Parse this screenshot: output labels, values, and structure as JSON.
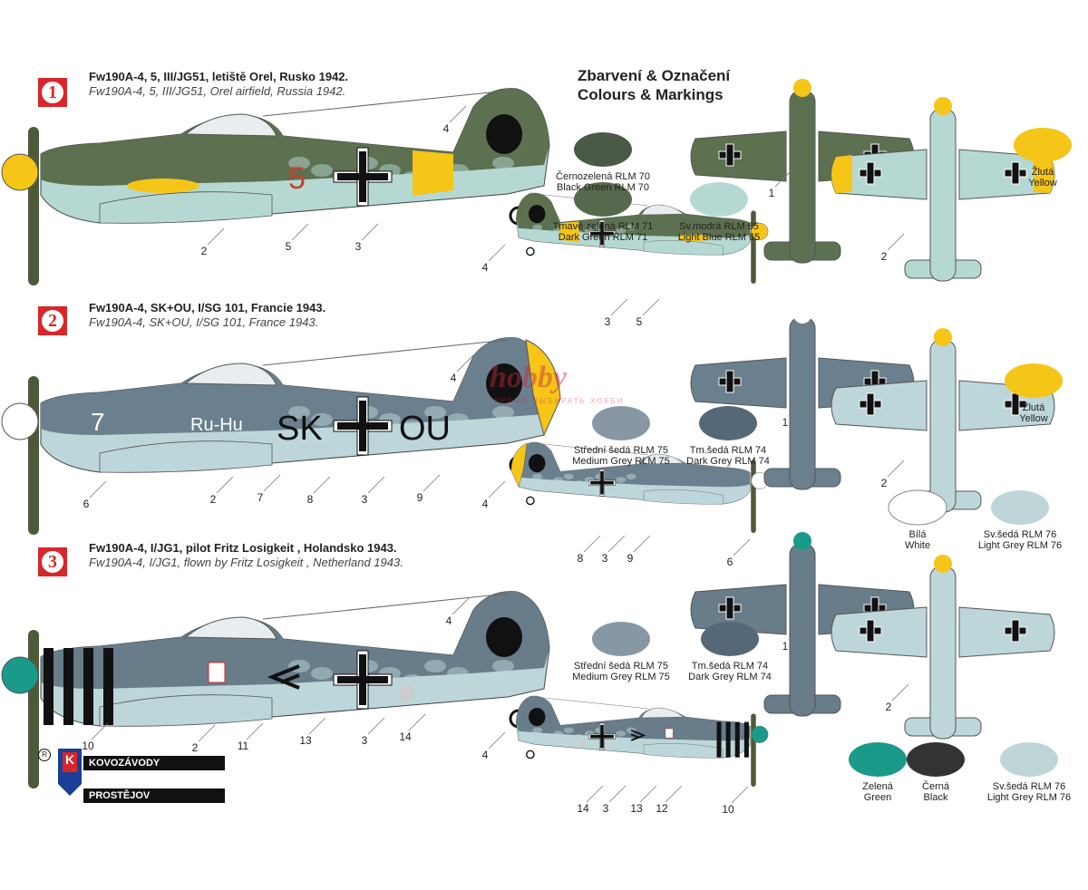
{
  "heading": {
    "cz": "Zbarvení & Označení",
    "en": "Colours & Markings"
  },
  "profiles": [
    {
      "marker": "1",
      "title_cz": "Fw190A-4, 5, III/JG51, letiště Orel, Rusko 1942.",
      "title_en": "Fw190A-4, 5, III/JG51, Orel airfield, Russia 1942.",
      "colors": {
        "upper": "#5d7150",
        "lower": "#b6d8d3",
        "spinner": "#f5c518",
        "accent": "#f5c518",
        "prop": "#4d5a3a"
      },
      "code_left": "",
      "code_right": "",
      "fuselage_number": "5",
      "number_color": "#c0432a",
      "callouts_big": [
        "4",
        "2",
        "5",
        "3"
      ],
      "callouts_small": [
        "4",
        "3",
        "5"
      ],
      "top_view_callout": "1",
      "bottom_view_callout": "2"
    },
    {
      "marker": "2",
      "title_cz": "Fw190A-4, SK+OU, I/SG 101, Francie 1943.",
      "title_en": "Fw190A-4, SK+OU, I/SG 101, France 1943.",
      "colors": {
        "upper": "#6b808e",
        "lower": "#bdd6d9",
        "spinner": "#ffffff",
        "accent": "#f5c518",
        "prop": "#4d5a3a"
      },
      "code_left": "SK",
      "code_right": "OU",
      "fuselage_number": "7",
      "nose_text": "Ru-Hu",
      "number_color": "#ffffff",
      "callouts_big": [
        "4",
        "6",
        "2",
        "7",
        "8",
        "3",
        "9"
      ],
      "callouts_small": [
        "4",
        "8",
        "3",
        "9",
        "6"
      ],
      "top_view_callout": "1",
      "bottom_view_callout": "2"
    },
    {
      "marker": "3",
      "title_cz": "Fw190A-4, I/JG1, pilot Fritz Losigkeit , Holandsko 1943.",
      "title_en": "Fw190A-4, I/JG1, flown by Fritz Losigkeit , Netherland 1943.",
      "colors": {
        "upper": "#687c8a",
        "lower": "#bdd6d9",
        "spinner": "#1a9a88",
        "accent": "#111111",
        "prop": "#4d5a3a"
      },
      "code_left": "",
      "code_right": "",
      "fuselage_number": "",
      "number_color": "#222",
      "callouts_big": [
        "4",
        "10",
        "2",
        "11",
        "13",
        "3",
        "14"
      ],
      "callouts_small": [
        "4",
        "14",
        "3",
        "13",
        "12",
        "10"
      ],
      "top_view_callout": "1",
      "bottom_view_callout": "2"
    }
  ],
  "swatches": [
    {
      "cz": "Černozelená RLM 70",
      "en": "Black Green RLM 70",
      "color": "#4b5a46"
    },
    {
      "cz": "Tmavě zelená RLM 71",
      "en": "Dark Green RLM 71",
      "color": "#56694c"
    },
    {
      "cz": "Sv.modrá RLM 65",
      "en": "Light Blue RLM 65",
      "color": "#b6d8d3"
    },
    {
      "cz": "Žlutá",
      "en": "Yellow",
      "color": "#f5c518"
    },
    {
      "cz": "Střední šedá RLM 75",
      "en": "Medium Grey RLM 75",
      "color": "#8797a3"
    },
    {
      "cz": "Tm.šedá RLM 74",
      "en": "Dark Grey RLM 74",
      "color": "#556877"
    },
    {
      "cz": "Žlutá",
      "en": "Yellow",
      "color": "#f5c518"
    },
    {
      "cz": "Bílá",
      "en": "White",
      "color": "#ffffff"
    },
    {
      "cz": "Sv.šedá RLM 76",
      "en": "Light Grey RLM 76",
      "color": "#bfd6d9"
    },
    {
      "cz": "Střední šedá RLM 75",
      "en": "Medium Grey RLM 75",
      "color": "#8797a3"
    },
    {
      "cz": "Tm.šedá RLM 74",
      "en": "Dark Grey RLM 74",
      "color": "#556877"
    },
    {
      "cz": "Zelená",
      "en": "Green",
      "color": "#1a9a88"
    },
    {
      "cz": "Černá",
      "en": "Black",
      "color": "#333333"
    },
    {
      "cz": "Sv.šedá RLM 76",
      "en": "Light Grey RLM 76",
      "color": "#bfd6d9"
    }
  ],
  "logo": {
    "line1": "KOVOZÁVODY",
    "line2": "PROSTĚJOV",
    "letter": "K",
    "reg": "R"
  },
  "watermark": {
    "text": "hobby",
    "sub": "ВРЕМЯ ВЫБИРАТЬ ХОББИ"
  }
}
